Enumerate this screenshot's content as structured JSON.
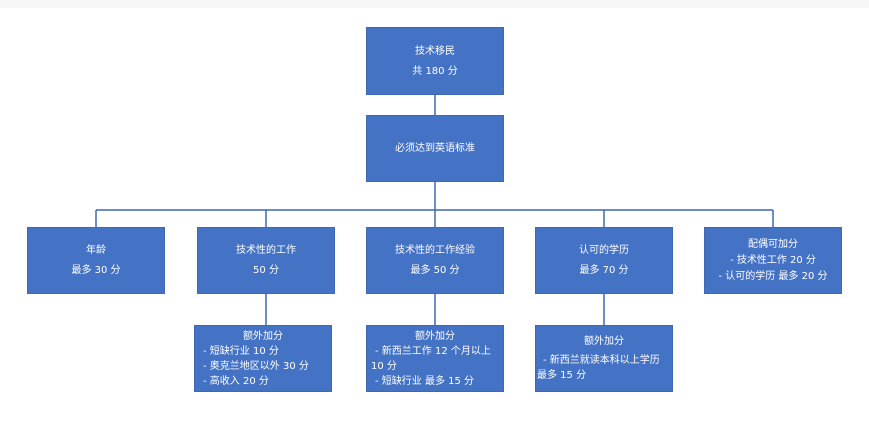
{
  "root": {
    "title": "技术移民",
    "total": "共 180 分"
  },
  "requirement": {
    "label": "必须达到英语标准"
  },
  "categories": [
    {
      "title": "年龄",
      "score": "最多 30 分"
    },
    {
      "title": "技术性的工作",
      "score": "50 分"
    },
    {
      "title": "技术性的工作经验",
      "score": "最多 50 分"
    },
    {
      "title": "认可的学历",
      "score": "最多 70 分"
    },
    {
      "title": "配偶可加分",
      "items": [
        "- 技术性工作 20 分",
        "- 认可的学历 最多 20 分"
      ]
    }
  ],
  "bonus": [
    {
      "title": "额外加分",
      "items": [
        "- 短缺行业 10 分",
        "- 奥克兰地区以外 30 分",
        "- 高收入 20 分"
      ]
    },
    {
      "title": "额外加分",
      "items": [
        "- 新西兰工作 12 个月以上",
        "10 分",
        "- 短缺行业 最多 15 分"
      ]
    },
    {
      "title": "额外加分",
      "items": [
        "- 新西兰就读本科以上学历",
        "最多 15 分"
      ]
    }
  ],
  "colors": {
    "box_fill": "#4472c4",
    "connector": "#3f67b2",
    "text": "#ffffff"
  }
}
